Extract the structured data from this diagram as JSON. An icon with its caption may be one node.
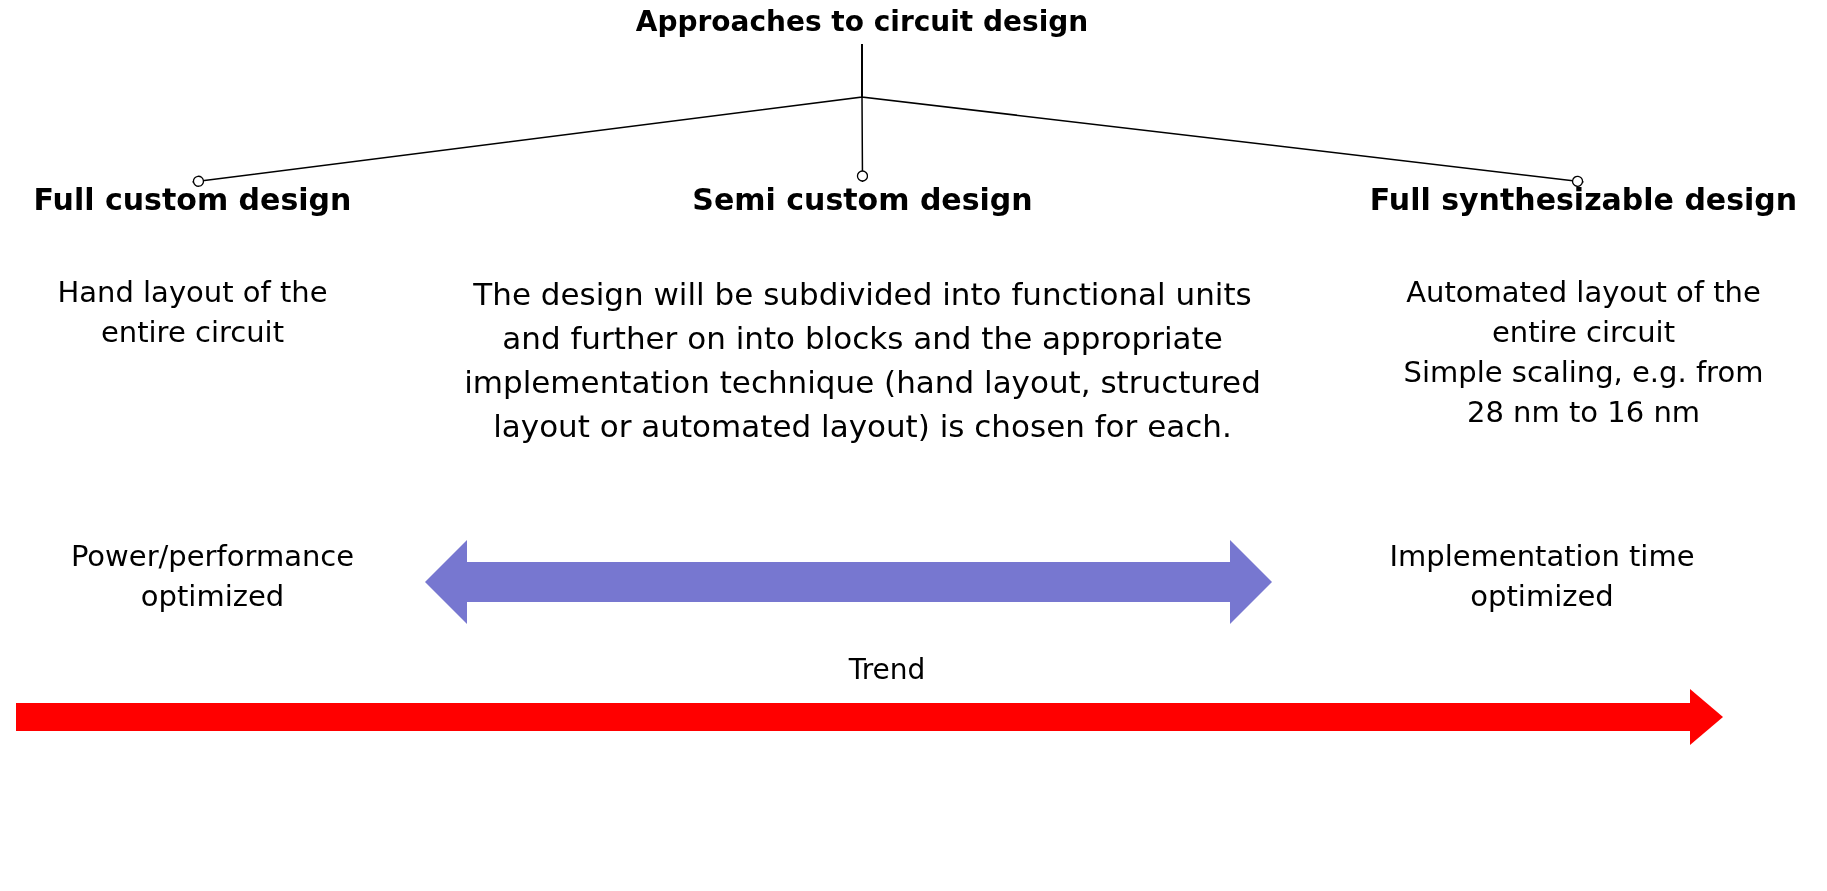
{
  "diagram": {
    "nodes": [
      {
        "text": [
          "Approaches to circuit design"
        ]
      },
      {
        "text": [
          "Full custom design",
          "Hand layout of the entire circuit"
        ]
      },
      {
        "text": [
          "Semi custom design",
          "The design will be subdivided into functional units and further on into blocks and the appropriate implementation technique (hand layout, structured layout or automated layout) is chosen for each."
        ]
      },
      {
        "text": [
          "Full synthesizable design",
          "Automated layout of the entire circuit",
          "Simple scaling, e.g. from 28 nm to 16 nm"
        ]
      },
      {
        "text": [
          "Power/performance optimized"
        ]
      },
      {
        "text": [
          "Implementation time optimized"
        ]
      }
    ],
    "edges": [
      {
        "from": 0,
        "to": 1,
        "arrow": "other"
      },
      {
        "from": 0,
        "to": 2,
        "arrow": "other"
      },
      {
        "from": 0,
        "to": 3,
        "arrow": "other"
      },
      {
        "from": 4,
        "to": 5,
        "arrow": "both",
        "style": "thick",
        "color": "#7777d0"
      }
    ],
    "labels": [
      "Trend"
    ]
  }
}
